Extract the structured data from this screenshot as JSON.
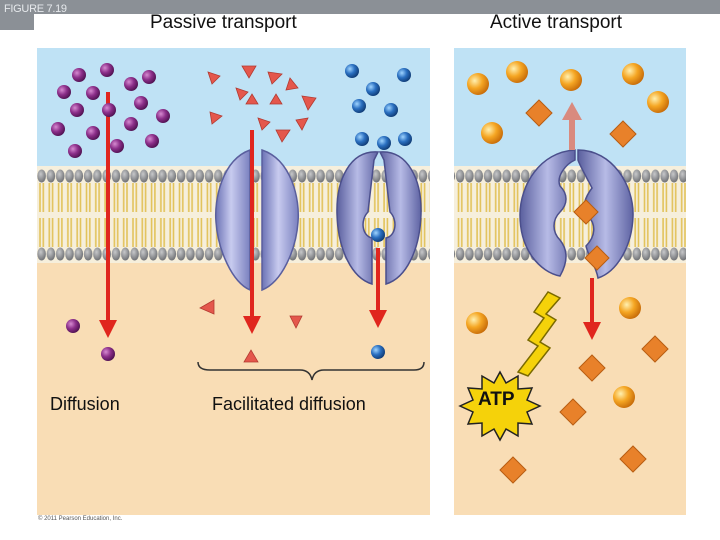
{
  "header": {
    "figure_label": "FIGURE 7.19"
  },
  "titles": {
    "passive": "Passive transport",
    "active": "Active transport"
  },
  "captions": {
    "diffusion": "Diffusion",
    "facilitated": "Facilitated diffusion"
  },
  "energy": {
    "atp": "ATP"
  },
  "credit": "© 2011 Pearson Education, Inc.",
  "colors": {
    "extracellular": "#bfe2f5",
    "cytoplasm": "#f9ddb5",
    "lipid_head": "#8d8f92",
    "lipid_tail": "#e6c75a",
    "protein": "#9da3d6",
    "purple_molecule": "#8c2f8a",
    "red_triangle": "#e4574c",
    "blue_molecule": "#2a6fc0",
    "orange_sphere": "#f5a623",
    "orange_diamond": "#e8812a",
    "arrow_red": "#e0261e"
  }
}
